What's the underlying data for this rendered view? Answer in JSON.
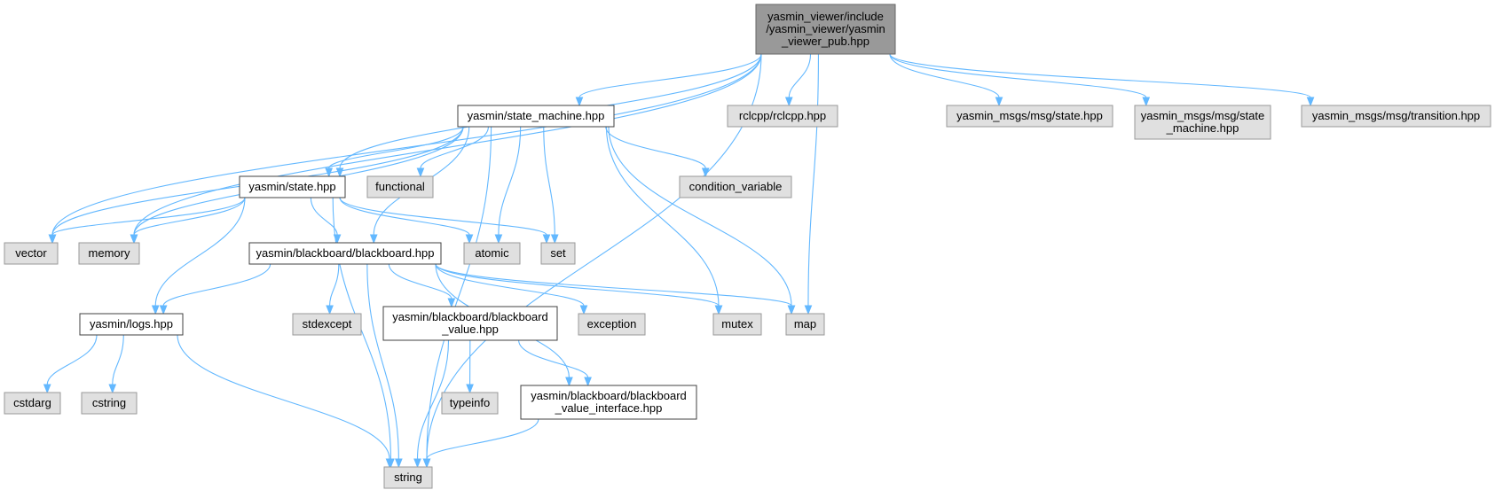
{
  "colors": {
    "root_fill": "#999999",
    "local_fill": "#ffffff",
    "external_fill": "#e0e0e0",
    "edge": "#63b8ff"
  },
  "nodes": [
    {
      "id": "root",
      "kind": "root",
      "lines": [
        "yasmin_viewer/include",
        "/yasmin_viewer/yasmin",
        "_viewer_pub.hpp"
      ]
    },
    {
      "id": "state_machine",
      "kind": "local",
      "lines": [
        "yasmin/state_machine.hpp"
      ]
    },
    {
      "id": "rclcpp",
      "kind": "ext",
      "lines": [
        "rclcpp/rclcpp.hpp"
      ]
    },
    {
      "id": "msg_state",
      "kind": "ext",
      "lines": [
        "yasmin_msgs/msg/state.hpp"
      ]
    },
    {
      "id": "msg_state_machine",
      "kind": "ext",
      "lines": [
        "yasmin_msgs/msg/state",
        "_machine.hpp"
      ]
    },
    {
      "id": "msg_transition",
      "kind": "ext",
      "lines": [
        "yasmin_msgs/msg/transition.hpp"
      ]
    },
    {
      "id": "state",
      "kind": "local",
      "lines": [
        "yasmin/state.hpp"
      ]
    },
    {
      "id": "functional",
      "kind": "ext",
      "lines": [
        "functional"
      ]
    },
    {
      "id": "condition_variable",
      "kind": "ext",
      "lines": [
        "condition_variable"
      ]
    },
    {
      "id": "vector",
      "kind": "ext",
      "lines": [
        "vector"
      ]
    },
    {
      "id": "memory",
      "kind": "ext",
      "lines": [
        "memory"
      ]
    },
    {
      "id": "blackboard",
      "kind": "local",
      "lines": [
        "yasmin/blackboard/blackboard.hpp"
      ]
    },
    {
      "id": "atomic",
      "kind": "ext",
      "lines": [
        "atomic"
      ]
    },
    {
      "id": "set",
      "kind": "ext",
      "lines": [
        "set"
      ]
    },
    {
      "id": "logs",
      "kind": "local",
      "lines": [
        "yasmin/logs.hpp"
      ]
    },
    {
      "id": "stdexcept",
      "kind": "ext",
      "lines": [
        "stdexcept"
      ]
    },
    {
      "id": "bb_value",
      "kind": "local",
      "lines": [
        "yasmin/blackboard/blackboard",
        "_value.hpp"
      ]
    },
    {
      "id": "exception",
      "kind": "ext",
      "lines": [
        "exception"
      ]
    },
    {
      "id": "mutex",
      "kind": "ext",
      "lines": [
        "mutex"
      ]
    },
    {
      "id": "map",
      "kind": "ext",
      "lines": [
        "map"
      ]
    },
    {
      "id": "cstdarg",
      "kind": "ext",
      "lines": [
        "cstdarg"
      ]
    },
    {
      "id": "cstring",
      "kind": "ext",
      "lines": [
        "cstring"
      ]
    },
    {
      "id": "typeinfo",
      "kind": "ext",
      "lines": [
        "typeinfo"
      ]
    },
    {
      "id": "bb_value_interface",
      "kind": "local",
      "lines": [
        "yasmin/blackboard/blackboard",
        "_value_interface.hpp"
      ]
    },
    {
      "id": "string",
      "kind": "ext",
      "lines": [
        "string"
      ]
    }
  ],
  "edges": [
    [
      "root",
      "state_machine"
    ],
    [
      "root",
      "rclcpp"
    ],
    [
      "root",
      "msg_state"
    ],
    [
      "root",
      "msg_state_machine"
    ],
    [
      "root",
      "msg_transition"
    ],
    [
      "root",
      "state"
    ],
    [
      "root",
      "vector"
    ],
    [
      "root",
      "memory"
    ],
    [
      "root",
      "map"
    ],
    [
      "root",
      "string"
    ],
    [
      "state_machine",
      "state"
    ],
    [
      "state_machine",
      "functional"
    ],
    [
      "state_machine",
      "condition_variable"
    ],
    [
      "state_machine",
      "vector"
    ],
    [
      "state_machine",
      "memory"
    ],
    [
      "state_machine",
      "blackboard"
    ],
    [
      "state_machine",
      "atomic"
    ],
    [
      "state_machine",
      "set"
    ],
    [
      "state_machine",
      "mutex"
    ],
    [
      "state_machine",
      "map"
    ],
    [
      "state_machine",
      "string"
    ],
    [
      "state",
      "vector"
    ],
    [
      "state",
      "memory"
    ],
    [
      "state",
      "blackboard"
    ],
    [
      "state",
      "atomic"
    ],
    [
      "state",
      "set"
    ],
    [
      "state",
      "logs"
    ],
    [
      "state",
      "string"
    ],
    [
      "blackboard",
      "logs"
    ],
    [
      "blackboard",
      "stdexcept"
    ],
    [
      "blackboard",
      "bb_value"
    ],
    [
      "blackboard",
      "exception"
    ],
    [
      "blackboard",
      "mutex"
    ],
    [
      "blackboard",
      "map"
    ],
    [
      "blackboard",
      "bb_value_interface"
    ],
    [
      "blackboard",
      "string"
    ],
    [
      "logs",
      "cstdarg"
    ],
    [
      "logs",
      "cstring"
    ],
    [
      "logs",
      "string"
    ],
    [
      "bb_value",
      "typeinfo"
    ],
    [
      "bb_value",
      "bb_value_interface"
    ],
    [
      "bb_value",
      "string"
    ],
    [
      "bb_value_interface",
      "string"
    ]
  ]
}
